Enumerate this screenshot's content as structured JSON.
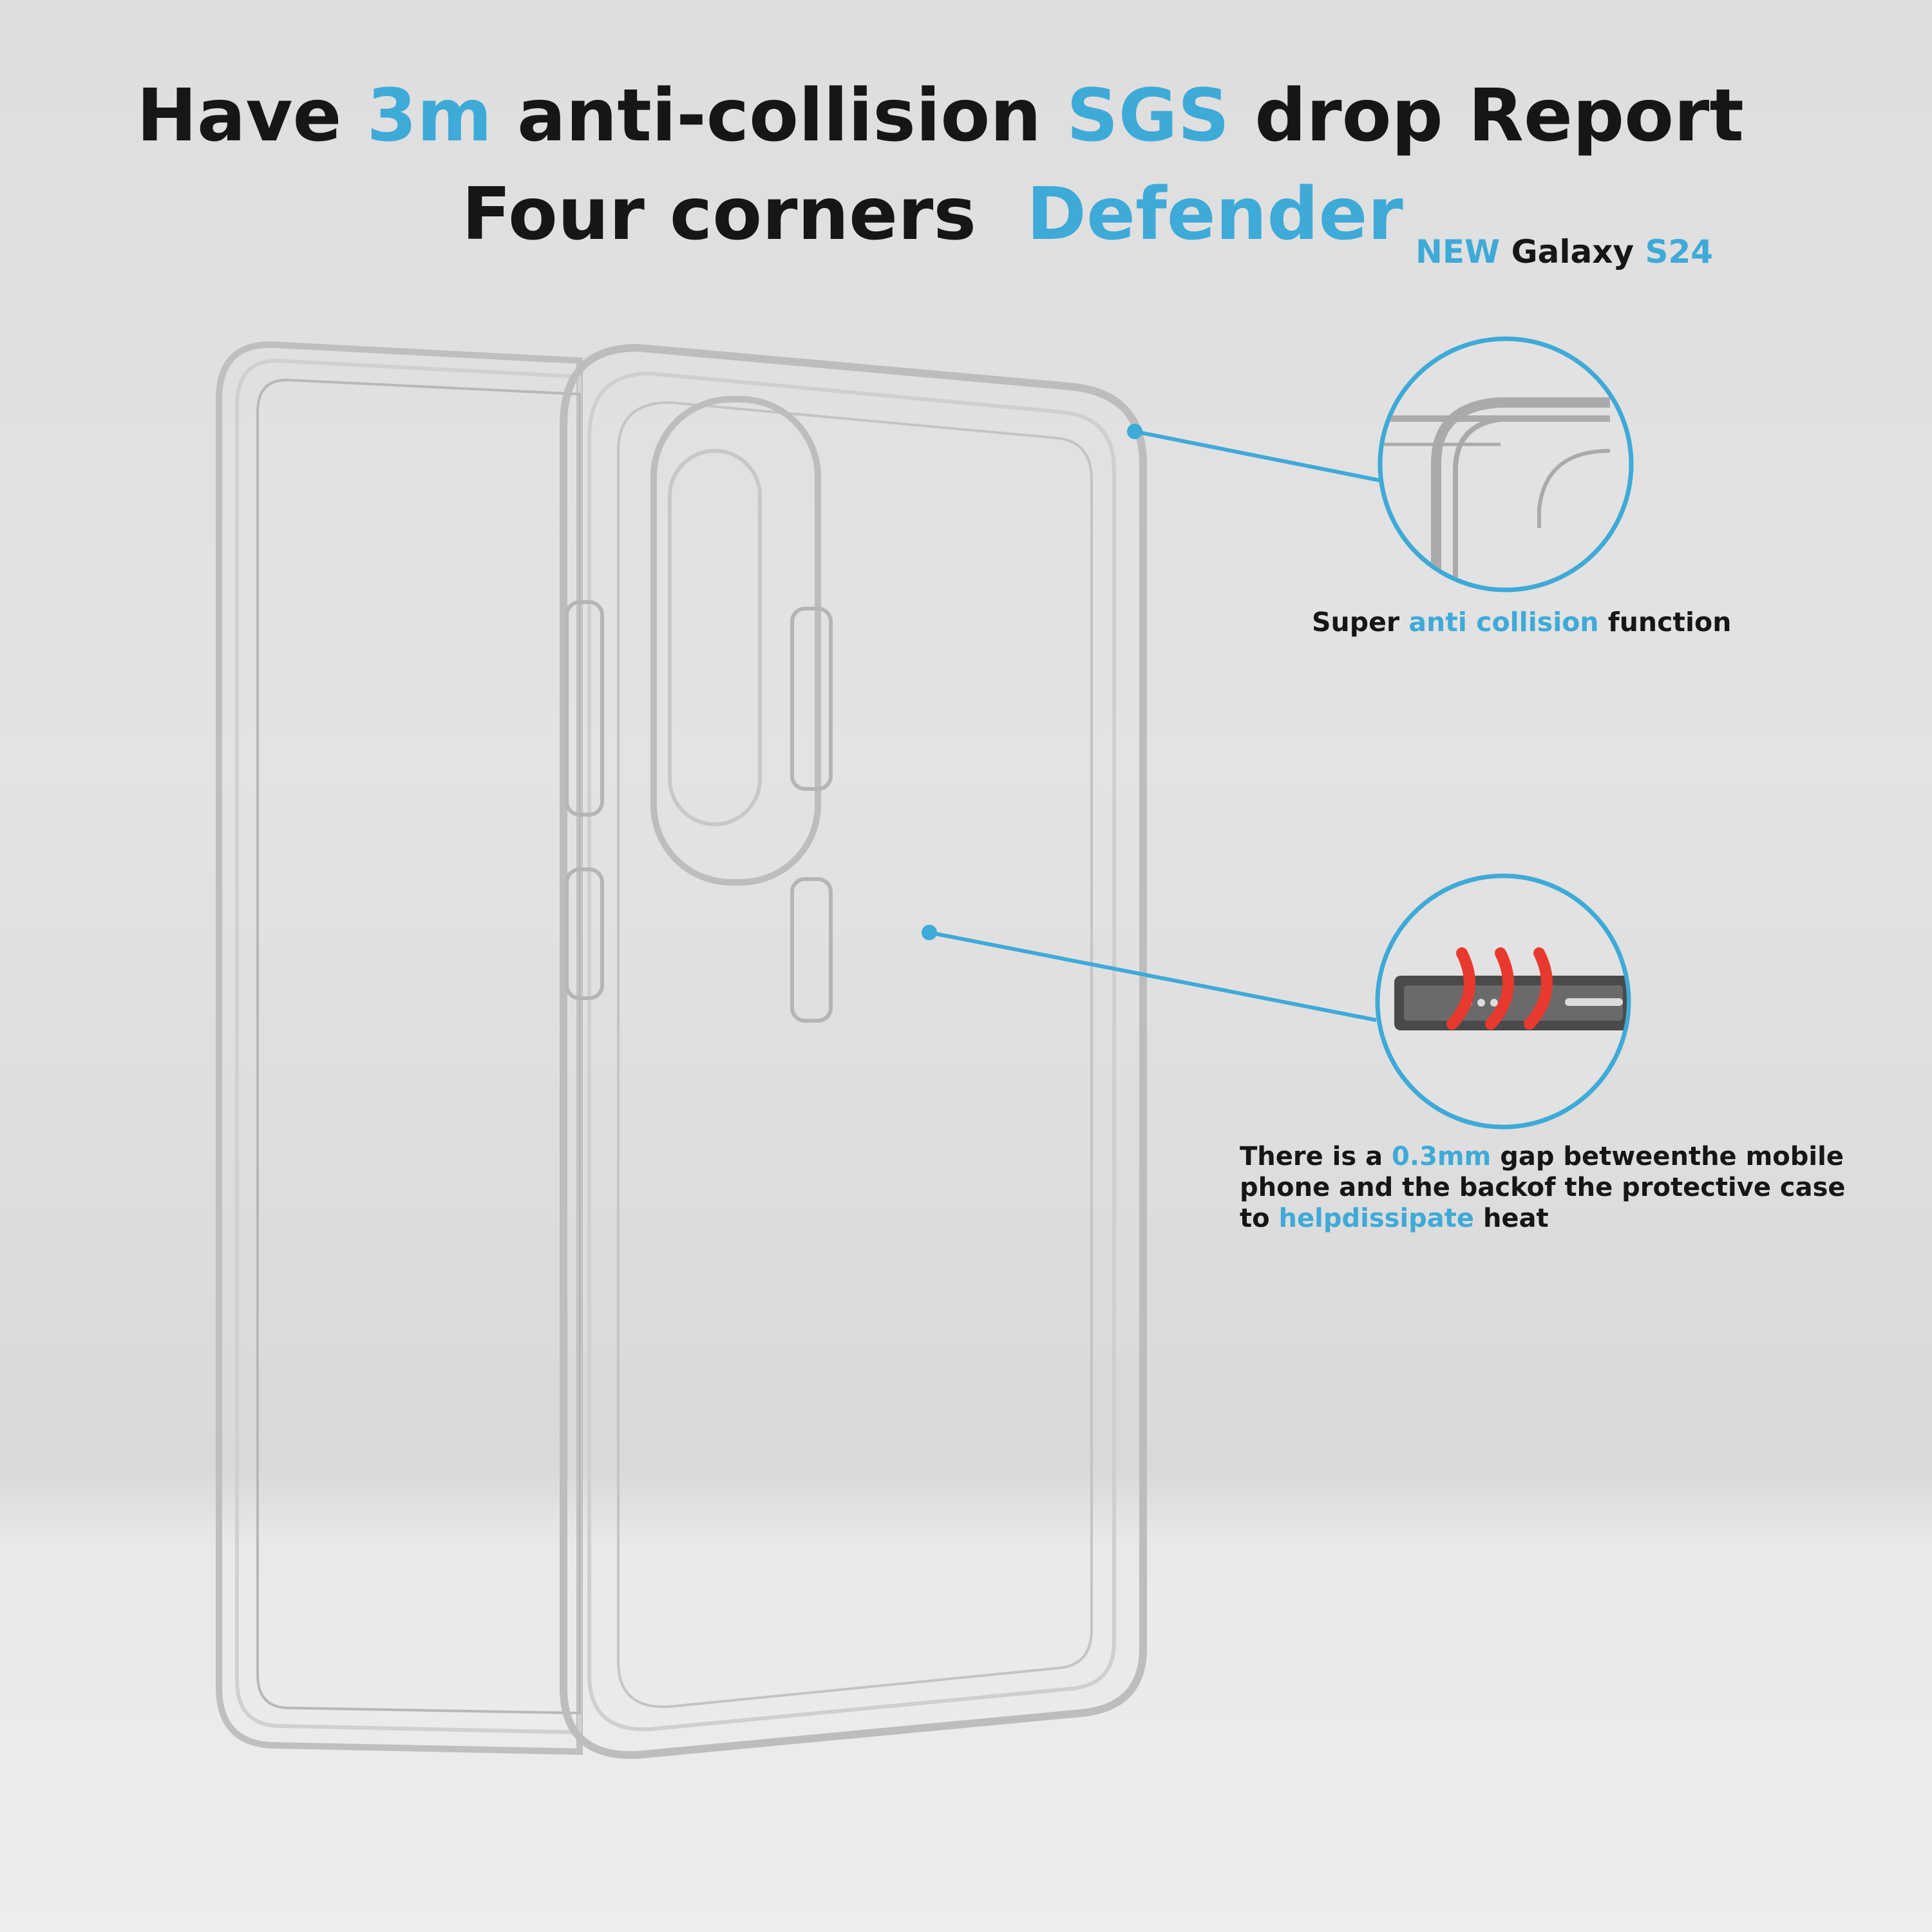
{
  "headline": {
    "line1": {
      "p1": "Have ",
      "h1": "3m",
      "p2": " anti-collision ",
      "h2": "SGS",
      "p3": " drop Report"
    },
    "line2": {
      "p1": "Four corners  ",
      "h1": "Defender"
    }
  },
  "model": {
    "new": "NEW",
    "name": " Galaxy ",
    "series": "S24"
  },
  "callout_corner": {
    "p1": "Super ",
    "h1": "anti collision",
    "p2": " function"
  },
  "callout_gap": {
    "p1": "There is a ",
    "h1": "0.3mm",
    "p2": " gap betweenthe mobile phone and the backof the protective case to ",
    "h2": "helpdissipate",
    "p3": " heat"
  },
  "colors": {
    "accent": "#3eaad8",
    "text": "#161616",
    "background": "#e0e0e0"
  }
}
